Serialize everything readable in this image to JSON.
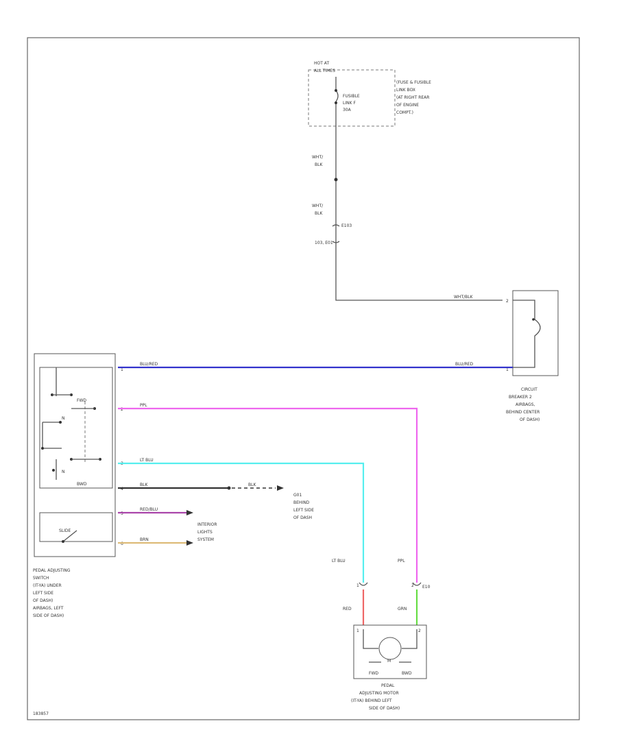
{
  "frame": {
    "code": "183857"
  },
  "hot_at": {
    "line1": "HOT AT",
    "line2": "ALL TIMES"
  },
  "fusible_link": {
    "line1": "FUSIBLE",
    "line2": "LINK F",
    "line3": "30A"
  },
  "fuse_box": {
    "lines": [
      "(FUSE & FUSIBLE",
      "LINK BOX",
      "(AT RIGHT REAR",
      "OF ENGINE",
      "COMPT.)"
    ]
  },
  "wire_labels": {
    "wht_blk_1": [
      "WHT/",
      "BLK"
    ],
    "wht_blk_2": [
      "WHT/",
      "BLK"
    ],
    "e103": "E103",
    "bul_e01": "103, E01",
    "wht_blk_h": "WHT/BLK",
    "blu_red_left": "BLU/RED",
    "blu_red_right": "BLU/RED",
    "ppl_top": "PPL",
    "lt_blu_top": "LT BLU",
    "blk_1": "BLK",
    "blk_2": "BLK",
    "red_blu": "RED/BLU",
    "brn": "BRN",
    "lt_blu_v": "LT BLU",
    "ppl_v": "PPL",
    "red": "RED",
    "grn": "GRN",
    "e10": "E10"
  },
  "pins": {
    "cb_top": "2",
    "cb_bottom": "1",
    "sw1": "1",
    "sw2": "2",
    "sw3": "3",
    "sw4": "4",
    "sw5": "5",
    "sw6": "6",
    "mot_in_l": "1",
    "mot_in_r": "2",
    "mot_bot_l": "1",
    "mot_bot_r": "2"
  },
  "switch": {
    "fwd": "FWD",
    "bwd": "BWD",
    "slide": "SLIDE",
    "n1": "N",
    "n2": "N",
    "label": [
      "PEDAL ADJUSTING",
      "SWITCH",
      "(IT-YA) UNDER",
      "LEFT SIDE",
      "OF DASH)",
      "AIRBAGS, LEFT",
      "SIDE OF DASH)"
    ]
  },
  "circuit_breaker": {
    "label": [
      "CIRCUIT",
      "BREAKER 2",
      "AIRBAGS,",
      "BEHIND CENTER",
      "OF DASH)"
    ]
  },
  "ground": {
    "label": [
      "G01",
      "BEHIND",
      "LEFT SIDE",
      "OF DASH"
    ]
  },
  "interior": {
    "label": [
      "INTERIOR",
      "LIGHTS",
      "SYSTEM"
    ]
  },
  "motor": {
    "m": "M",
    "fwd": "FWD",
    "bwd": "BWD",
    "label": [
      "PEDAL",
      "ADJUSTING MOTOR",
      "(IT-YA) BEHIND LEFT",
      "SIDE OF DASH)"
    ]
  },
  "colors": {
    "blu_red": "#3333cc",
    "ppl": "#ee66ee",
    "lt_blu": "#55eeee",
    "red": "#ee6666",
    "grn": "#66dd44",
    "red_blu": "#aa44aa",
    "brn": "#ddbb77",
    "blk": "#333333"
  }
}
